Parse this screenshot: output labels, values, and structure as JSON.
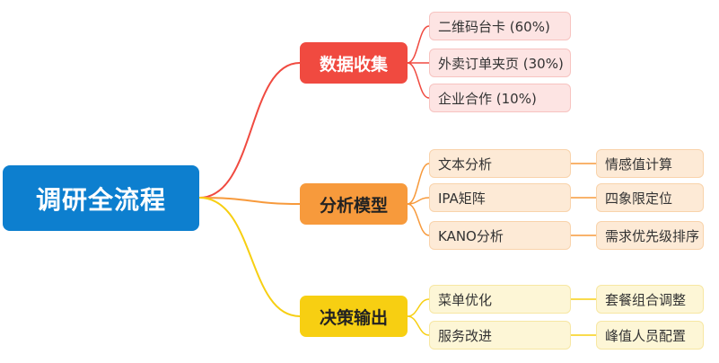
{
  "root": {
    "label": "调研全流程"
  },
  "branches": [
    {
      "label": "数据收集",
      "color": "#f04a40",
      "children": [
        {
          "label": "二维码台卡 (60%)"
        },
        {
          "label": "外卖订单夹页 (30%)"
        },
        {
          "label": "企业合作 (10%)"
        }
      ]
    },
    {
      "label": "分析模型",
      "color": "#f79a3c",
      "children": [
        {
          "label": "文本分析",
          "child": "情感值计算"
        },
        {
          "label": "IPA矩阵",
          "child": "四象限定位"
        },
        {
          "label": "KANO分析",
          "child": "需求优先级排序"
        }
      ]
    },
    {
      "label": "决策输出",
      "color": "#f7cf12",
      "children": [
        {
          "label": "菜单优化",
          "child": "套餐组合调整"
        },
        {
          "label": "服务改进",
          "child": "峰值人员配置"
        }
      ]
    }
  ]
}
